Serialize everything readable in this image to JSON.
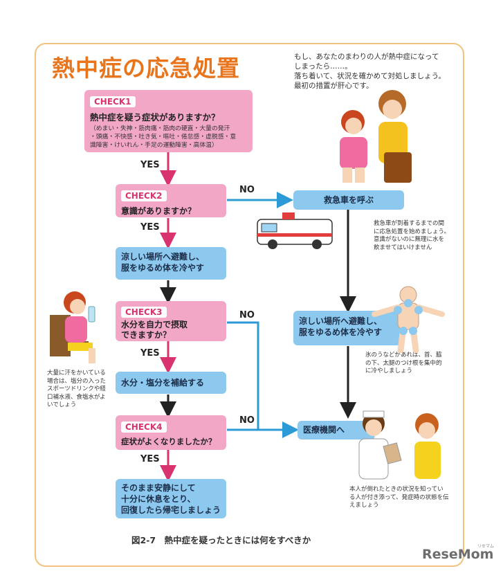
{
  "title": "熱中症の応急処置",
  "intro": [
    "もし、あなたのまわりの人が熱中症になって",
    "しまったら……。",
    "落ち着いて、状況を確かめて対処しましょう。",
    "最初の措置が肝心です。"
  ],
  "check1": {
    "tag": "CHECK1",
    "question": "熱中症を疑う症状がありますか？",
    "detail": [
      "（めまい・失神・筋肉痛・筋肉の硬直・大量の発汗",
      "・頭痛・不快感・吐き気・嘔吐・倦怠感・虚脱感・意",
      "識障害・けいれん・手足の運動障害・高体温）"
    ]
  },
  "check2": {
    "tag": "CHECK2",
    "question": "意識がありますか？"
  },
  "check3": {
    "tag": "CHECK3",
    "question": [
      "水分を自力で摂取",
      "できますか？"
    ]
  },
  "check4": {
    "tag": "CHECK4",
    "question": "症状がよくなりましたか？"
  },
  "actions": {
    "cool_left": [
      "涼しい場所へ避難し、",
      "服をゆるめ体を冷やす"
    ],
    "hydrate": "水分・塩分を補給する",
    "rest": [
      "そのまま安静にして",
      "十分に休息をとり、",
      "回復したら帰宅しましょう"
    ],
    "ambulance": "救急車を呼ぶ",
    "cool_right": [
      "涼しい場所へ避難し、",
      "服をゆるめ体を冷やす"
    ],
    "hospital": "医療機関へ"
  },
  "labels": {
    "yes": "YES",
    "no": "NO"
  },
  "notes": {
    "ambulance": [
      "救急車が到着するまでの間",
      "に応急処置を始めましょう。",
      "意識がないのに無理に水を",
      "飲ませてはいけません"
    ],
    "ice": [
      "氷のうなどがあれば、首、脇",
      "の下、太腿のつけ根を集中的",
      "に冷やしましょう"
    ],
    "hospital": [
      "本人が倒れたときの状況を知ってい",
      "る人が付き添って、発症時の状態を伝",
      "えましょう"
    ],
    "sweat": [
      "大量に汗をかいている",
      "場合は、塩分の入った",
      "スポーツドリンクや経",
      "口補水液、食塩水がよ",
      "いでしょう"
    ]
  },
  "caption": "図2-7　熱中症を疑ったときには何をすべきか",
  "logo": "ReseMom",
  "logo_sub": "リセマム",
  "colors": {
    "title": "#e8741c",
    "pink": "#f2a7c7",
    "blue": "#8dc9ee",
    "yes_arrow": "#d8336f",
    "no_arrow": "#2b9ad6",
    "frame": "#f1c27d"
  }
}
